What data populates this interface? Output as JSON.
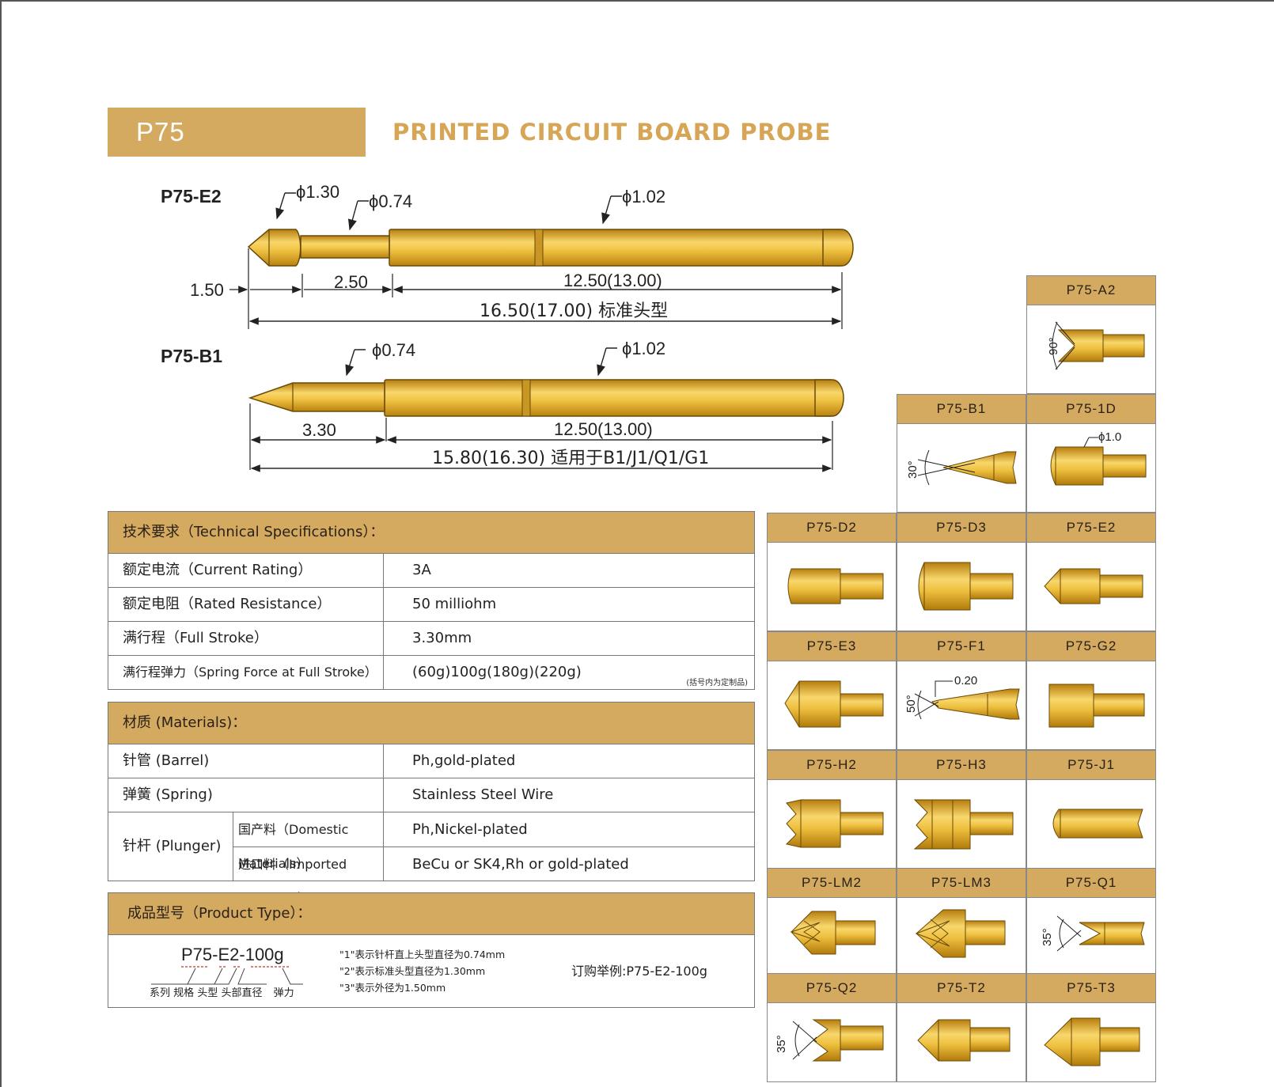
{
  "header": {
    "series": "P75",
    "title": "PRINTED CIRCUIT BOARD  PROBE"
  },
  "drawing_e2": {
    "label": "P75-E2",
    "d1": "ϕ1.30",
    "d2": "ϕ0.74",
    "d3": "ϕ1.02",
    "len_tip": "1.50",
    "len_neck": "2.50",
    "len_body": "12.50(13.00)",
    "len_total": "16.50(17.00) 标准头型"
  },
  "drawing_b1": {
    "label": "P75-B1",
    "d1": "ϕ0.74",
    "d2": "ϕ1.02",
    "len_tip": "3.30",
    "len_body": "12.50(13.00)",
    "len_total": "15.80(16.30) 适用于B1/J1/Q1/G1"
  },
  "tech_specs": {
    "header": "技术要求（Technical Specifications）：",
    "rows": [
      {
        "label": "额定电流（Current Rating）",
        "value": "3A"
      },
      {
        "label": "额定电阻（Rated Resistance）",
        "value": "50 milliohm"
      },
      {
        "label": "满行程（Full Stroke）",
        "value": "3.30mm"
      },
      {
        "label": "满行程弹力（Spring Force at Full Stroke）",
        "value": "(60g)100g(180g)(220g)"
      }
    ],
    "note": "(括号内为定制品)"
  },
  "materials": {
    "header": "材质 (Materials)：",
    "barrel_label": "针管 (Barrel)",
    "barrel_value": "Ph,gold-plated",
    "spring_label": "弹簧 (Spring)",
    "spring_value": "Stainless Steel Wire",
    "plunger_label": "针杆 (Plunger)",
    "domestic_label": "国产料（Domestic Materials）",
    "domestic_value": "Ph,Nickel-plated",
    "imported_label": "进口料（Imported materials）",
    "imported_value": "BeCu or SK4,Rh or gold-plated"
  },
  "product_type": {
    "header": "成品型号（Product Type）：",
    "model": "P75-E2-100g",
    "parts": [
      "系列",
      "规格",
      "头型",
      "头部直径",
      "弹力"
    ],
    "notes": [
      "\"1\"表示针杆直上头型直径为0.74mm",
      "\"2\"表示标准头型直径为1.30mm",
      "\"3\"表示外径为1.50mm"
    ],
    "order_example": "订购举例:P75-E2-100g"
  },
  "tips": {
    "a2": {
      "name": "P75-A2",
      "angle": "90°"
    },
    "b1": {
      "name": "P75-B1",
      "angle": "30°"
    },
    "1d": {
      "name": "P75-1D",
      "dia": "ϕ1.0"
    },
    "d2": {
      "name": "P75-D2"
    },
    "d3": {
      "name": "P75-D3"
    },
    "e2": {
      "name": "P75-E2"
    },
    "e3": {
      "name": "P75-E3"
    },
    "f1": {
      "name": "P75-F1",
      "angle": "50°",
      "dim": "0.20"
    },
    "g2": {
      "name": "P75-G2"
    },
    "h2": {
      "name": "P75-H2"
    },
    "h3": {
      "name": "P75-H3"
    },
    "j1": {
      "name": "P75-J1"
    },
    "lm2": {
      "name": "P75-LM2"
    },
    "lm3": {
      "name": "P75-LM3"
    },
    "q1": {
      "name": "P75-Q1",
      "angle": "35°"
    },
    "q2": {
      "name": "P75-Q2",
      "angle": "35°"
    },
    "t2": {
      "name": "P75-T2"
    },
    "t3": {
      "name": "P75-T3"
    }
  },
  "colors": {
    "accent": "#d4a960",
    "gold": "#e0a82a",
    "gold_light": "#f7d36a"
  }
}
